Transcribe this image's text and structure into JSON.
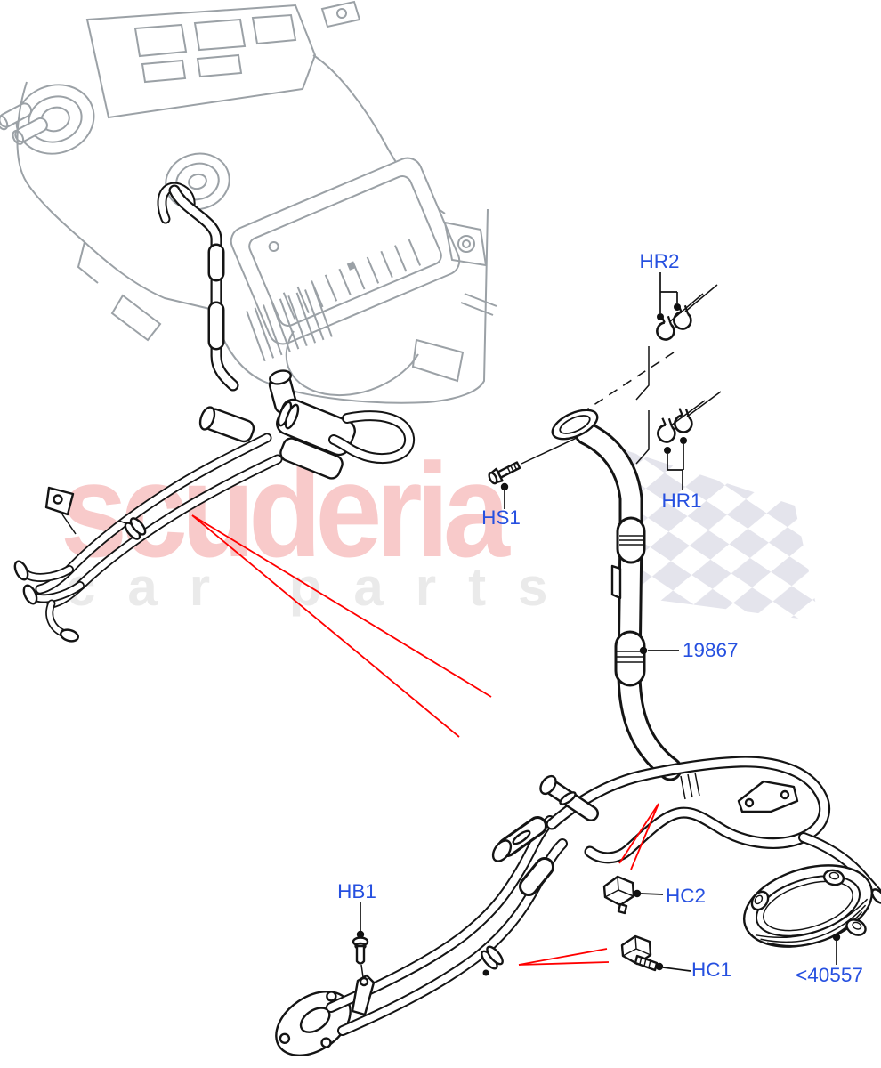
{
  "watermark": {
    "brand": "scuderia",
    "tagline": "car parts"
  },
  "labels": {
    "hr2": "HR2",
    "hr1": "HR1",
    "hs1": "HS1",
    "pipe_19867": "19867",
    "hb1": "HB1",
    "hc2": "HC2",
    "hc1": "HC1",
    "seal_40557": "<40557"
  },
  "icons": {
    "hose_clamp": "spring-band-hose-clamp",
    "hs1_part": "hex-flange-bolt",
    "hb1_part": "shoulder-bolt",
    "hc2_part": "hose-retaining-clip",
    "hc1_part": "hose-retaining-clip-threaded-stud",
    "seal_part": "oval-gasket-seal-with-clips",
    "flag": "checkered-flag-watermark"
  },
  "colors": {
    "background": "#ffffff",
    "label_blue": "#2650e0",
    "pointer_red": "#ff0000",
    "line_dark": "#141414",
    "line_gray": "#9ba1a6",
    "watermark_pink": "#f8caca",
    "watermark_gray": "#eaeaea",
    "checker_gray": "#e4e4ec"
  }
}
